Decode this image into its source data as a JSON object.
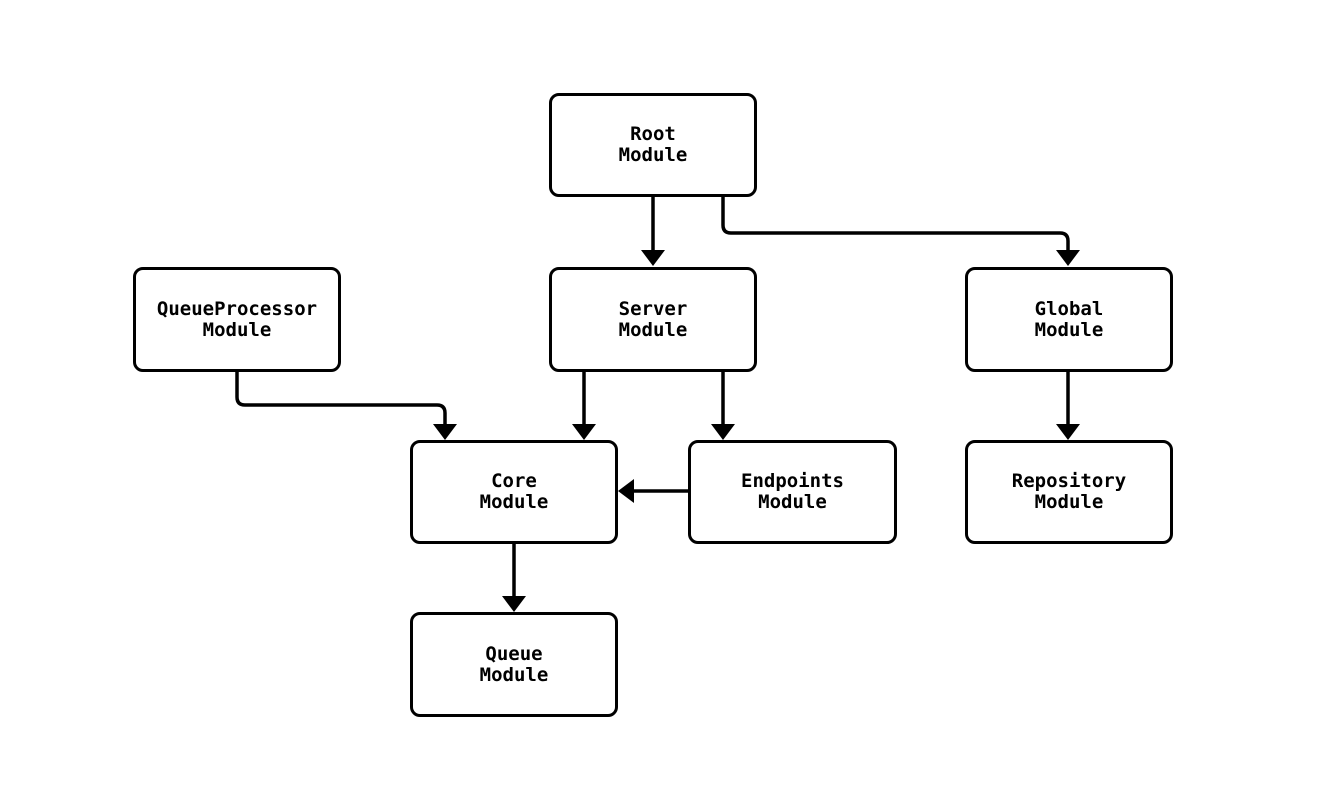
{
  "diagram": {
    "type": "flowchart",
    "background_color": "#ffffff",
    "node_fill_color": "#ffffff",
    "node_border_color": "#000000",
    "edge_color": "#000000",
    "text_color": "#000000",
    "nodes": [
      {
        "id": "root-module",
        "label": "Root\nModule"
      },
      {
        "id": "queueprocessor-module",
        "label": "QueueProcessor\nModule"
      },
      {
        "id": "server-module",
        "label": "Server\nModule"
      },
      {
        "id": "global-module",
        "label": "Global\nModule"
      },
      {
        "id": "core-module",
        "label": "Core\nModule"
      },
      {
        "id": "endpoints-module",
        "label": "Endpoints\nModule"
      },
      {
        "id": "repository-module",
        "label": "Repository\nModule"
      },
      {
        "id": "queue-module",
        "label": "Queue\nModule"
      }
    ],
    "edges": [
      {
        "from": "Root Module",
        "to": "Server Module"
      },
      {
        "from": "Root Module",
        "to": "Global Module"
      },
      {
        "from": "QueueProcessor Module",
        "to": "Core Module"
      },
      {
        "from": "Server Module",
        "to": "Core Module"
      },
      {
        "from": "Server Module",
        "to": "Endpoints Module"
      },
      {
        "from": "Endpoints Module",
        "to": "Core Module"
      },
      {
        "from": "Global Module",
        "to": "Repository Module"
      },
      {
        "from": "Core Module",
        "to": "Queue Module"
      }
    ]
  }
}
